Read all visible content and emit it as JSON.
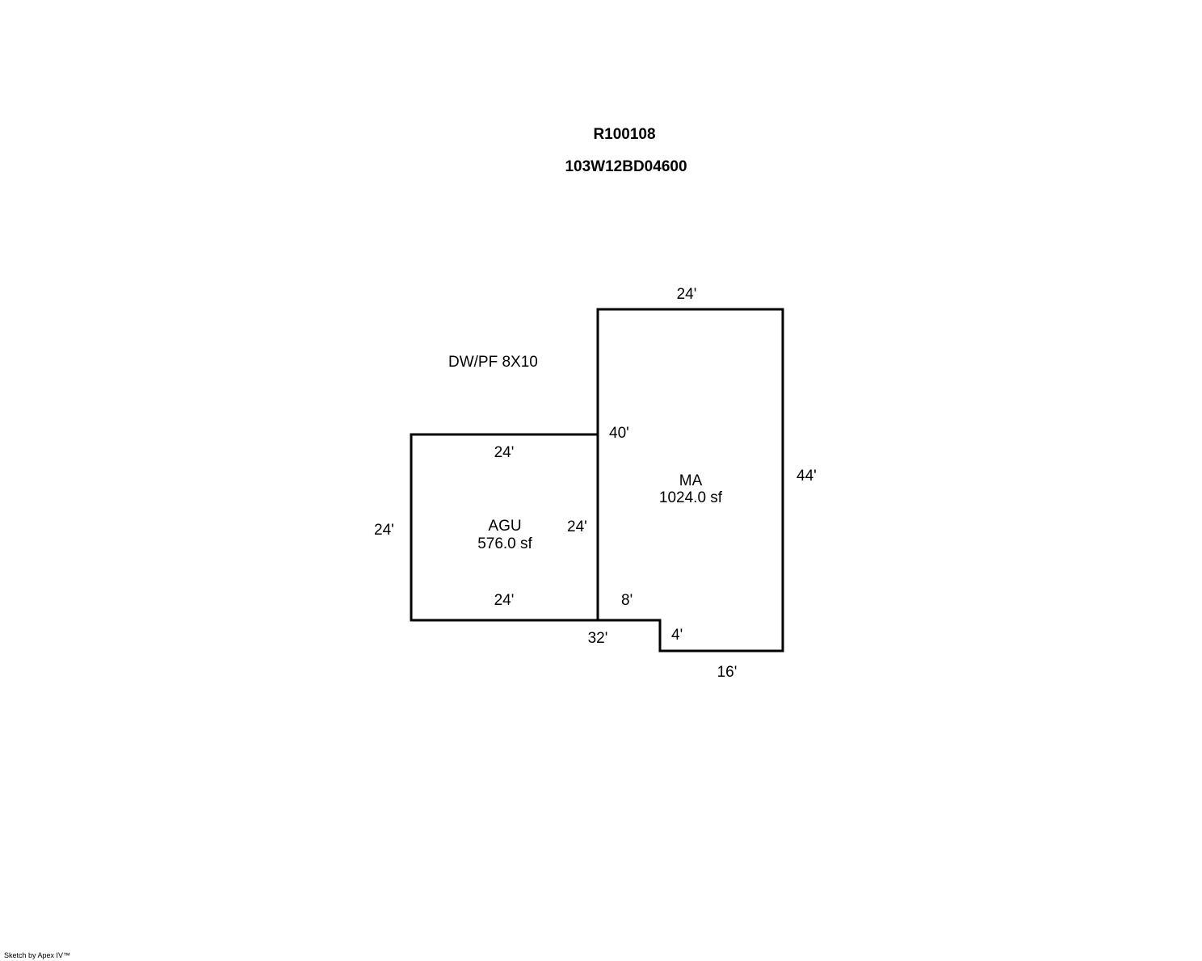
{
  "header": {
    "account_id": "R100108",
    "map_tax_lot": "103W12BD04600"
  },
  "note": "DW/PF 8X10",
  "areas": {
    "ma": {
      "code": "MA",
      "area": "1024.0 sf"
    },
    "agu": {
      "code": "AGU",
      "area": "576.0 sf"
    }
  },
  "dimensions": {
    "ma_top": "24'",
    "ma_left_upper": "40'",
    "ma_right": "44'",
    "ma_notch_top": "8'",
    "ma_notch_side": "4'",
    "ma_bottom": "16'",
    "bottom_joint": "32'",
    "agu_top": "24'",
    "agu_left": "24'",
    "agu_right": "24'",
    "agu_bottom": "24'"
  },
  "footer": {
    "credit": "Sketch by Apex IV™"
  },
  "colors": {
    "line": "#000000",
    "background": "#ffffff"
  }
}
